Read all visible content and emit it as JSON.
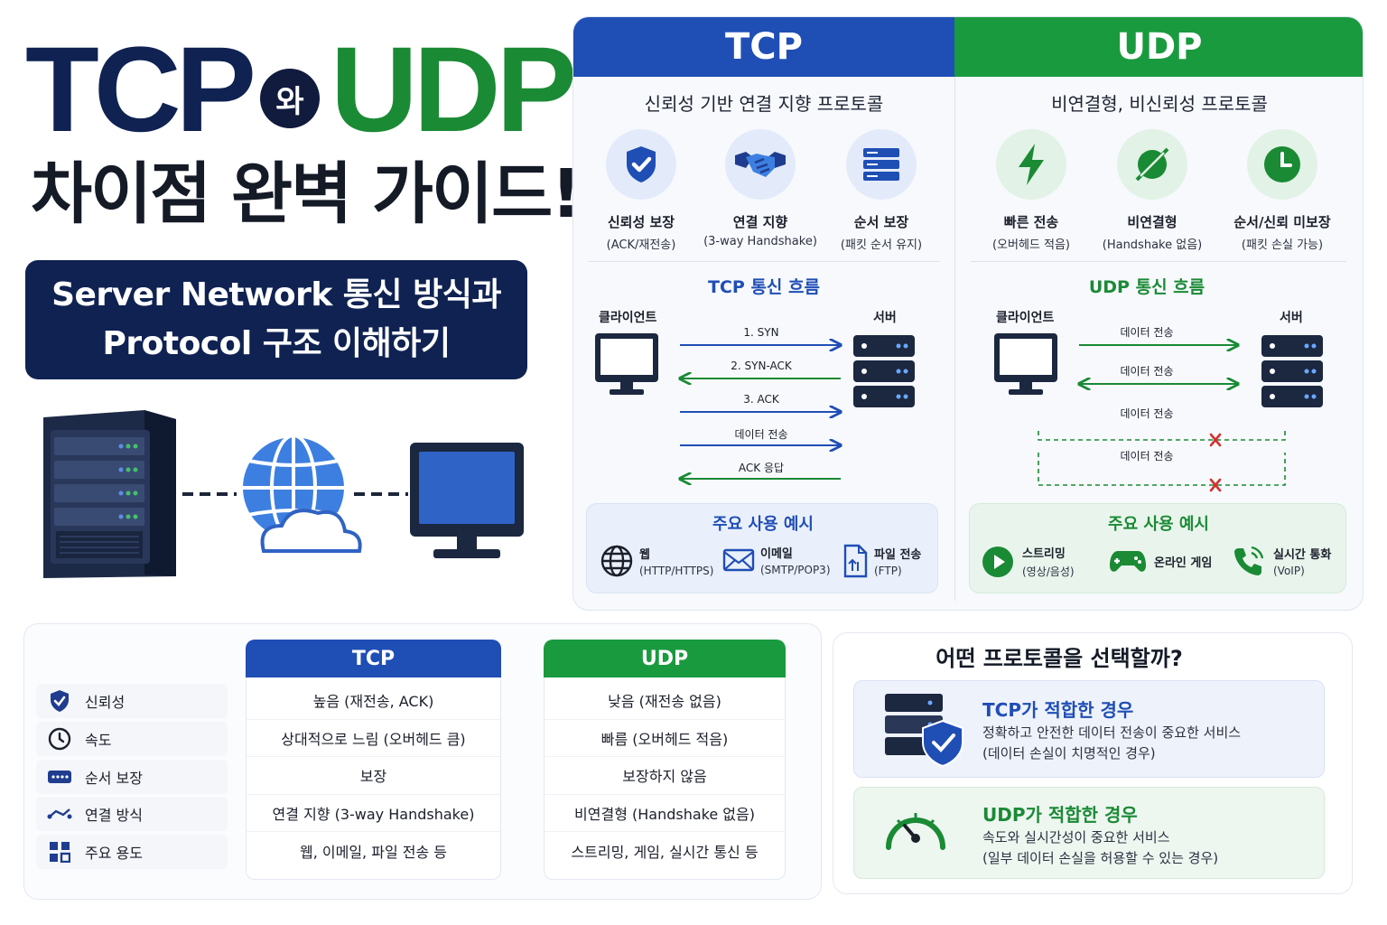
{
  "hero": {
    "title_tcp": "TCP",
    "title_wa": "와",
    "title_udp": "UDP",
    "title_line2": "차이점 완벽 가이드!",
    "subtitle_line1": "Server Network 통신 방식과",
    "subtitle_line2": "Protocol 구조 이해하기"
  },
  "colors": {
    "navy": "#0f2252",
    "tcp_blue": "#1f4eb5",
    "udp_green": "#1a9a3f",
    "error_red": "#d63030"
  },
  "tcp": {
    "header": "TCP",
    "desc": "신뢰성 기반 연결 지향 프로토콜",
    "features": [
      {
        "icon": "shield-check-icon",
        "label": "신뢰성 보장",
        "sub": "(ACK/재전송)"
      },
      {
        "icon": "handshake-icon",
        "label": "연결 지향",
        "sub": "(3-way Handshake)"
      },
      {
        "icon": "stack-icon",
        "label": "순서 보장",
        "sub": "(패킷 순서 유지)"
      }
    ],
    "flow_title": "TCP 통신 흐름",
    "client_label": "클라이언트",
    "server_label": "서버",
    "messages": [
      {
        "label": "1. SYN",
        "dir": "right",
        "color": "blue"
      },
      {
        "label": "2. SYN-ACK",
        "dir": "left",
        "color": "green"
      },
      {
        "label": "3. ACK",
        "dir": "right",
        "color": "blue"
      },
      {
        "label": "데이터 전송",
        "dir": "right",
        "color": "blue"
      },
      {
        "label": "ACK 응답",
        "dir": "left",
        "color": "green"
      }
    ],
    "use_title": "주요 사용 예시",
    "examples": [
      {
        "icon": "globe-icon",
        "name": "웹",
        "sub": "(HTTP/HTTPS)"
      },
      {
        "icon": "mail-icon",
        "name": "이메일",
        "sub": "(SMTP/POP3)"
      },
      {
        "icon": "file-transfer-icon",
        "name": "파일 전송",
        "sub": "(FTP)"
      }
    ]
  },
  "udp": {
    "header": "UDP",
    "desc": "비연결형, 비신뢰성 프로토콜",
    "features": [
      {
        "icon": "lightning-icon",
        "label": "빠른 전송",
        "sub": "(오버헤드 적음)"
      },
      {
        "icon": "no-link-icon",
        "label": "비연결형",
        "sub": "(Handshake 없음)"
      },
      {
        "icon": "clock-icon",
        "label": "순서/신뢰 미보장",
        "sub": "(패킷 손실 가능)"
      }
    ],
    "flow_title": "UDP 통신 흐름",
    "client_label": "클라이언트",
    "server_label": "서버",
    "messages": [
      {
        "label": "데이터 전송",
        "status": "ok"
      },
      {
        "label": "데이터 전송",
        "status": "ok"
      },
      {
        "label": "데이터 전송",
        "status": "lost"
      },
      {
        "label": "데이터 전송",
        "status": "lost"
      }
    ],
    "use_title": "주요 사용 예시",
    "examples": [
      {
        "icon": "play-icon",
        "name": "스트리밍",
        "sub": "(영상/음성)"
      },
      {
        "icon": "gamepad-icon",
        "name": "온라인 게임",
        "sub": ""
      },
      {
        "icon": "phone-icon",
        "name": "실시간 통화",
        "sub": "(VoIP)"
      }
    ]
  },
  "comparison": {
    "col_tcp": "TCP",
    "col_udp": "UDP",
    "rows": [
      {
        "icon": "shield-check-icon",
        "label": "신뢰성",
        "tcp": "높음 (재전송, ACK)",
        "udp": "낮음 (재전송 없음)"
      },
      {
        "icon": "clock-icon",
        "label": "속도",
        "tcp": "상대적으로 느림 (오버헤드 큼)",
        "udp": "빠름 (오버헤드 적음)"
      },
      {
        "icon": "sequence-icon",
        "label": "순서 보장",
        "tcp": "보장",
        "udp": "보장하지 않음"
      },
      {
        "icon": "connection-icon",
        "label": "연결 방식",
        "tcp": "연결 지향 (3-way Handshake)",
        "udp": "비연결형 (Handshake 없음)"
      },
      {
        "icon": "grid-icon",
        "label": "주요 용도",
        "tcp": "웹, 이메일, 파일 전송 등",
        "udp": "스트리밍, 게임, 실시간 통신 등"
      }
    ]
  },
  "choose": {
    "title": "어떤 프로토콜을 선택할까?",
    "tcp_title": "TCP가 적합한 경우",
    "tcp_line1": "정확하고 안전한 데이터 전송이 중요한 서비스",
    "tcp_line2": "(데이터 손실이 치명적인 경우)",
    "udp_title": "UDP가 적합한 경우",
    "udp_line1": "속도와 실시간성이 중요한 서비스",
    "udp_line2": "(일부 데이터 손실을 허용할 수 있는 경우)"
  }
}
